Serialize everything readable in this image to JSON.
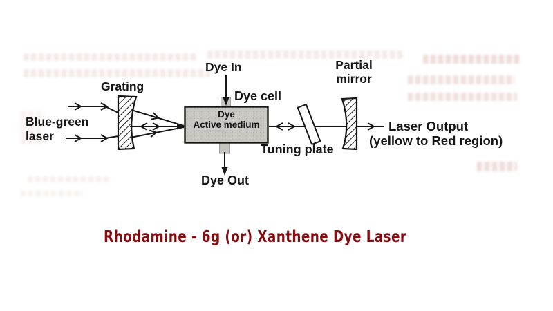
{
  "diagram": {
    "title_caption": "Rhodamine - 6g (or) Xanthene Dye Laser",
    "components": {
      "pump_source": {
        "label_line1": "Blue-green",
        "label_line2": "laser"
      },
      "grating": {
        "label": "Grating"
      },
      "dye_cell": {
        "label": "Dye cell",
        "dye_in": "Dye In",
        "dye_out": "Dye Out",
        "medium_line1": "Dye",
        "medium_line2": "Active medium"
      },
      "tuning_plate": {
        "label": "Tuning plate"
      },
      "partial_mirror": {
        "label_line1": "Partial",
        "label_line2": "mirror"
      },
      "output": {
        "label_line1": "Laser Output",
        "label_line2": "(yellow to Red region)"
      }
    },
    "colors": {
      "ink": "#161616",
      "caption_text": "#850d12",
      "cell_fill": "#c9c8c3",
      "pipe_fill": "#c6c5c0",
      "page_background": "#ffffff"
    }
  }
}
